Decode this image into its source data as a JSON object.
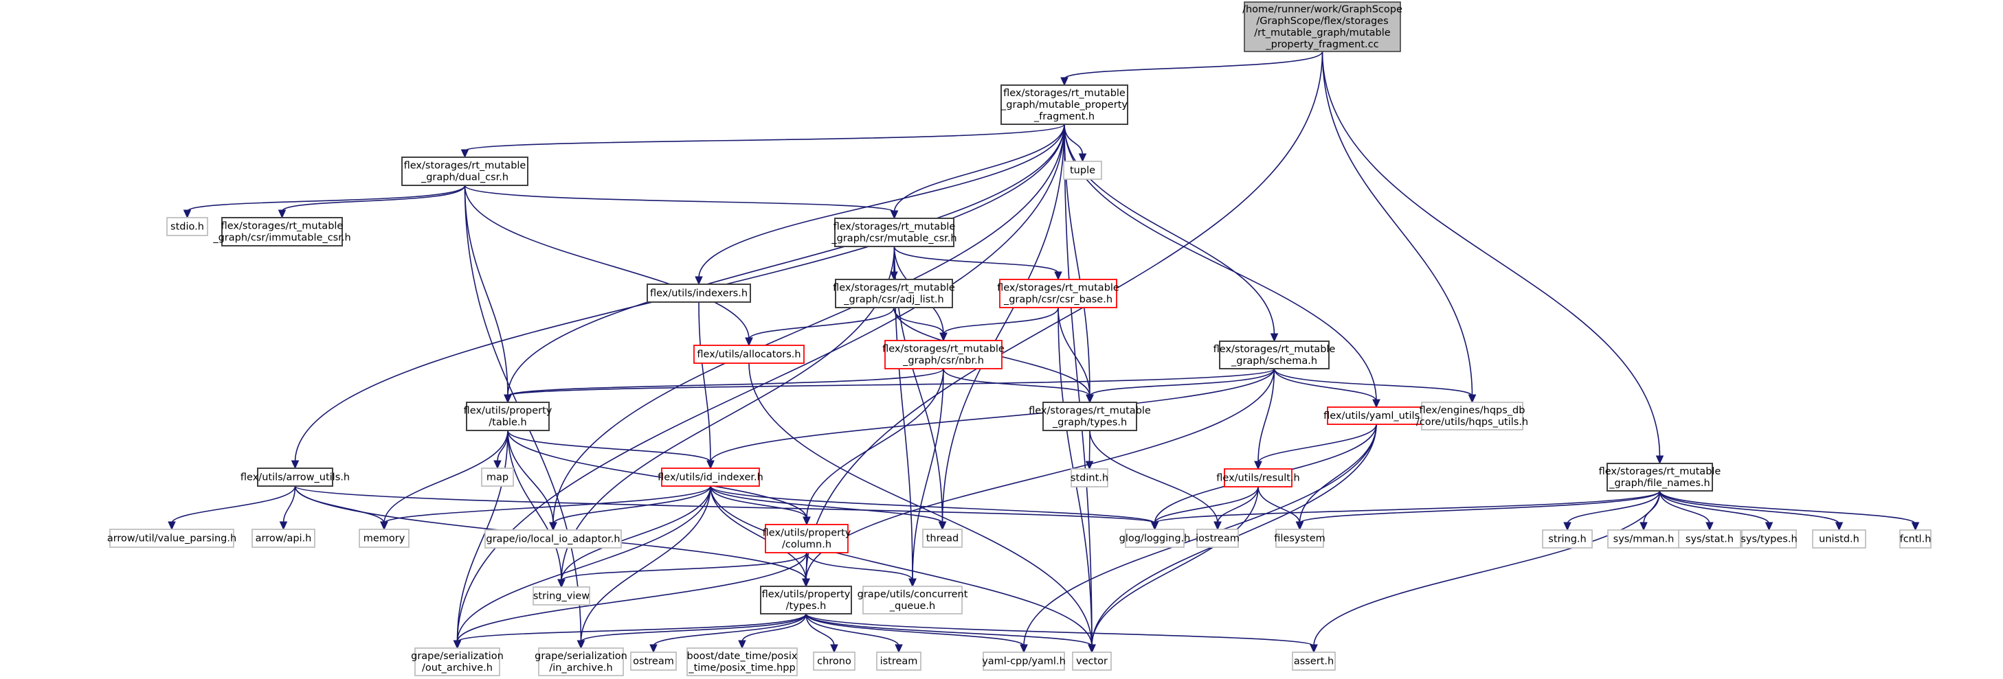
{
  "diagram": {
    "type": "include-dependency-graph",
    "colors": {
      "edge": "#191970",
      "root_fill": "#bfbfbf",
      "documented_border": "#404040",
      "truncated_border": "#ff0000",
      "external_border": "#bfbfbf"
    },
    "nodes": [
      {
        "id": "root",
        "kind": "root",
        "lines": [
          "/home/runner/work/GraphScope",
          "/GraphScope/flex/storages",
          "/rt_mutable_graph/mutable",
          "_property_fragment.cc"
        ]
      },
      {
        "id": "mpf",
        "kind": "normal",
        "lines": [
          "flex/storages/rt_mutable",
          "_graph/mutable_property",
          "_fragment.h"
        ]
      },
      {
        "id": "dual_csr",
        "kind": "normal",
        "lines": [
          "flex/storages/rt_mutable",
          "_graph/dual_csr.h"
        ]
      },
      {
        "id": "tuple",
        "kind": "gray",
        "lines": [
          "tuple"
        ]
      },
      {
        "id": "stdio",
        "kind": "gray",
        "lines": [
          "stdio.h"
        ]
      },
      {
        "id": "immutable_csr",
        "kind": "normal",
        "lines": [
          "flex/storages/rt_mutable",
          "_graph/csr/immutable_csr.h"
        ]
      },
      {
        "id": "mutable_csr",
        "kind": "normal",
        "lines": [
          "flex/storages/rt_mutable",
          "_graph/csr/mutable_csr.h"
        ]
      },
      {
        "id": "indexers",
        "kind": "normal",
        "lines": [
          "flex/utils/indexers.h"
        ]
      },
      {
        "id": "adj_list",
        "kind": "normal",
        "lines": [
          "flex/storages/rt_mutable",
          "_graph/csr/adj_list.h"
        ]
      },
      {
        "id": "csr_base",
        "kind": "red",
        "lines": [
          "flex/storages/rt_mutable",
          "_graph/csr/csr_base.h"
        ]
      },
      {
        "id": "allocators",
        "kind": "red",
        "lines": [
          "flex/utils/allocators.h"
        ]
      },
      {
        "id": "nbr",
        "kind": "red",
        "lines": [
          "flex/storages/rt_mutable",
          "_graph/csr/nbr.h"
        ]
      },
      {
        "id": "schema",
        "kind": "normal",
        "lines": [
          "flex/storages/rt_mutable",
          "_graph/schema.h"
        ]
      },
      {
        "id": "table",
        "kind": "normal",
        "lines": [
          "flex/utils/property",
          "/table.h"
        ]
      },
      {
        "id": "rmg_types",
        "kind": "normal",
        "lines": [
          "flex/storages/rt_mutable",
          "_graph/types.h"
        ]
      },
      {
        "id": "yaml_utils",
        "kind": "red",
        "lines": [
          "flex/utils/yaml_utils.h"
        ]
      },
      {
        "id": "hqps_utils",
        "kind": "gray",
        "lines": [
          "flex/engines/hqps_db",
          "/core/utils/hqps_utils.h"
        ]
      },
      {
        "id": "map",
        "kind": "gray",
        "lines": [
          "map"
        ]
      },
      {
        "id": "stdint",
        "kind": "gray",
        "lines": [
          "stdint.h"
        ]
      },
      {
        "id": "result",
        "kind": "red",
        "lines": [
          "flex/utils/result.h"
        ]
      },
      {
        "id": "file_names",
        "kind": "normal",
        "lines": [
          "flex/storages/rt_mutable",
          "_graph/file_names.h"
        ]
      },
      {
        "id": "arrow_utils",
        "kind": "normal",
        "lines": [
          "flex/utils/arrow_utils.h"
        ]
      },
      {
        "id": "id_indexer",
        "kind": "red",
        "lines": [
          "flex/utils/id_indexer.h"
        ]
      },
      {
        "id": "value_parsing",
        "kind": "gray",
        "lines": [
          "arrow/util/value_parsing.h"
        ]
      },
      {
        "id": "arrow_api",
        "kind": "gray",
        "lines": [
          "arrow/api.h"
        ]
      },
      {
        "id": "memory",
        "kind": "gray",
        "lines": [
          "memory"
        ]
      },
      {
        "id": "local_io",
        "kind": "gray",
        "lines": [
          "grape/io/local_io_adaptor.h"
        ]
      },
      {
        "id": "column",
        "kind": "red",
        "lines": [
          "flex/utils/property",
          "/column.h"
        ]
      },
      {
        "id": "thread",
        "kind": "gray",
        "lines": [
          "thread"
        ]
      },
      {
        "id": "glog",
        "kind": "gray",
        "lines": [
          "glog/logging.h"
        ]
      },
      {
        "id": "iostream",
        "kind": "gray",
        "lines": [
          "iostream"
        ]
      },
      {
        "id": "filesystem",
        "kind": "gray",
        "lines": [
          "filesystem"
        ]
      },
      {
        "id": "string_h",
        "kind": "gray",
        "lines": [
          "string.h"
        ]
      },
      {
        "id": "sys_mman",
        "kind": "gray",
        "lines": [
          "sys/mman.h"
        ]
      },
      {
        "id": "sys_stat",
        "kind": "gray",
        "lines": [
          "sys/stat.h"
        ]
      },
      {
        "id": "sys_types",
        "kind": "gray",
        "lines": [
          "sys/types.h"
        ]
      },
      {
        "id": "unistd",
        "kind": "gray",
        "lines": [
          "unistd.h"
        ]
      },
      {
        "id": "fcntl",
        "kind": "gray",
        "lines": [
          "fcntl.h"
        ]
      },
      {
        "id": "string_view",
        "kind": "gray",
        "lines": [
          "string_view"
        ]
      },
      {
        "id": "prop_types",
        "kind": "normal",
        "lines": [
          "flex/utils/property",
          "/types.h"
        ]
      },
      {
        "id": "concurrent_queue",
        "kind": "gray",
        "lines": [
          "grape/utils/concurrent",
          "_queue.h"
        ]
      },
      {
        "id": "out_archive",
        "kind": "gray",
        "lines": [
          "grape/serialization",
          "/out_archive.h"
        ]
      },
      {
        "id": "in_archive",
        "kind": "gray",
        "lines": [
          "grape/serialization",
          "/in_archive.h"
        ]
      },
      {
        "id": "ostream",
        "kind": "gray",
        "lines": [
          "ostream"
        ]
      },
      {
        "id": "posix_time",
        "kind": "gray",
        "lines": [
          "boost/date_time/posix",
          "_time/posix_time.hpp"
        ]
      },
      {
        "id": "chrono",
        "kind": "gray",
        "lines": [
          "chrono"
        ]
      },
      {
        "id": "istream",
        "kind": "gray",
        "lines": [
          "istream"
        ]
      },
      {
        "id": "yaml_cpp",
        "kind": "gray",
        "lines": [
          "yaml-cpp/yaml.h"
        ]
      },
      {
        "id": "vector",
        "kind": "gray",
        "lines": [
          "vector"
        ]
      },
      {
        "id": "assert",
        "kind": "gray",
        "lines": [
          "assert.h"
        ]
      }
    ],
    "edges": [
      [
        "root",
        "mpf"
      ],
      [
        "root",
        "prop_types"
      ],
      [
        "root",
        "hqps_utils"
      ],
      [
        "root",
        "file_names"
      ],
      [
        "mpf",
        "dual_csr"
      ],
      [
        "mpf",
        "tuple"
      ],
      [
        "mpf",
        "mutable_csr"
      ],
      [
        "mpf",
        "indexers"
      ],
      [
        "mpf",
        "schema"
      ],
      [
        "mpf",
        "table"
      ],
      [
        "mpf",
        "rmg_types"
      ],
      [
        "mpf",
        "yaml_utils"
      ],
      [
        "mpf",
        "arrow_utils"
      ],
      [
        "mpf",
        "local_io"
      ],
      [
        "mpf",
        "thread"
      ],
      [
        "mpf",
        "out_archive"
      ],
      [
        "mpf",
        "vector"
      ],
      [
        "dual_csr",
        "stdio"
      ],
      [
        "dual_csr",
        "immutable_csr"
      ],
      [
        "dual_csr",
        "mutable_csr"
      ],
      [
        "dual_csr",
        "allocators"
      ],
      [
        "dual_csr",
        "table"
      ],
      [
        "dual_csr",
        "in_archive"
      ],
      [
        "mutable_csr",
        "adj_list"
      ],
      [
        "mutable_csr",
        "csr_base"
      ],
      [
        "mutable_csr",
        "nbr"
      ],
      [
        "mutable_csr",
        "thread"
      ],
      [
        "mutable_csr",
        "concurrent_queue"
      ],
      [
        "mutable_csr",
        "string_view"
      ],
      [
        "adj_list",
        "allocators"
      ],
      [
        "adj_list",
        "nbr"
      ],
      [
        "adj_list",
        "rmg_types"
      ],
      [
        "csr_base",
        "nbr"
      ],
      [
        "csr_base",
        "rmg_types"
      ],
      [
        "csr_base",
        "vector"
      ],
      [
        "indexers",
        "id_indexer"
      ],
      [
        "allocators",
        "vector"
      ],
      [
        "nbr",
        "table"
      ],
      [
        "nbr",
        "rmg_types"
      ],
      [
        "nbr",
        "column"
      ],
      [
        "nbr",
        "concurrent_queue"
      ],
      [
        "schema",
        "table"
      ],
      [
        "schema",
        "rmg_types"
      ],
      [
        "schema",
        "yaml_utils"
      ],
      [
        "schema",
        "hqps_utils"
      ],
      [
        "schema",
        "result"
      ],
      [
        "schema",
        "id_indexer"
      ],
      [
        "schema",
        "prop_types"
      ],
      [
        "table",
        "map"
      ],
      [
        "table",
        "memory"
      ],
      [
        "table",
        "local_io"
      ],
      [
        "table",
        "id_indexer"
      ],
      [
        "table",
        "column"
      ],
      [
        "table",
        "string_view"
      ],
      [
        "table",
        "out_archive"
      ],
      [
        "rmg_types",
        "stdint"
      ],
      [
        "rmg_types",
        "iostream"
      ],
      [
        "yaml_utils",
        "result"
      ],
      [
        "yaml_utils",
        "glog"
      ],
      [
        "yaml_utils",
        "filesystem"
      ],
      [
        "yaml_utils",
        "yaml_cpp"
      ],
      [
        "yaml_utils",
        "vector"
      ],
      [
        "result",
        "glog"
      ],
      [
        "result",
        "iostream"
      ],
      [
        "result",
        "filesystem"
      ],
      [
        "result",
        "vector"
      ],
      [
        "file_names",
        "glog"
      ],
      [
        "file_names",
        "filesystem"
      ],
      [
        "file_names",
        "string_h"
      ],
      [
        "file_names",
        "sys_mman"
      ],
      [
        "file_names",
        "sys_stat"
      ],
      [
        "file_names",
        "sys_types"
      ],
      [
        "file_names",
        "unistd"
      ],
      [
        "file_names",
        "fcntl"
      ],
      [
        "file_names",
        "assert"
      ],
      [
        "arrow_utils",
        "value_parsing"
      ],
      [
        "arrow_utils",
        "arrow_api"
      ],
      [
        "arrow_utils",
        "memory"
      ],
      [
        "arrow_utils",
        "prop_types"
      ],
      [
        "arrow_utils",
        "glog"
      ],
      [
        "id_indexer",
        "memory"
      ],
      [
        "id_indexer",
        "local_io"
      ],
      [
        "id_indexer",
        "column"
      ],
      [
        "id_indexer",
        "thread"
      ],
      [
        "id_indexer",
        "glog"
      ],
      [
        "id_indexer",
        "string_view"
      ],
      [
        "id_indexer",
        "prop_types"
      ],
      [
        "id_indexer",
        "out_archive"
      ],
      [
        "id_indexer",
        "in_archive"
      ],
      [
        "id_indexer",
        "vector"
      ],
      [
        "column",
        "prop_types"
      ],
      [
        "column",
        "concurrent_queue"
      ],
      [
        "column",
        "string_view"
      ],
      [
        "column",
        "out_archive"
      ],
      [
        "prop_types",
        "out_archive"
      ],
      [
        "prop_types",
        "in_archive"
      ],
      [
        "prop_types",
        "ostream"
      ],
      [
        "prop_types",
        "posix_time"
      ],
      [
        "prop_types",
        "chrono"
      ],
      [
        "prop_types",
        "istream"
      ],
      [
        "prop_types",
        "yaml_cpp"
      ],
      [
        "prop_types",
        "vector"
      ],
      [
        "prop_types",
        "assert"
      ]
    ]
  }
}
